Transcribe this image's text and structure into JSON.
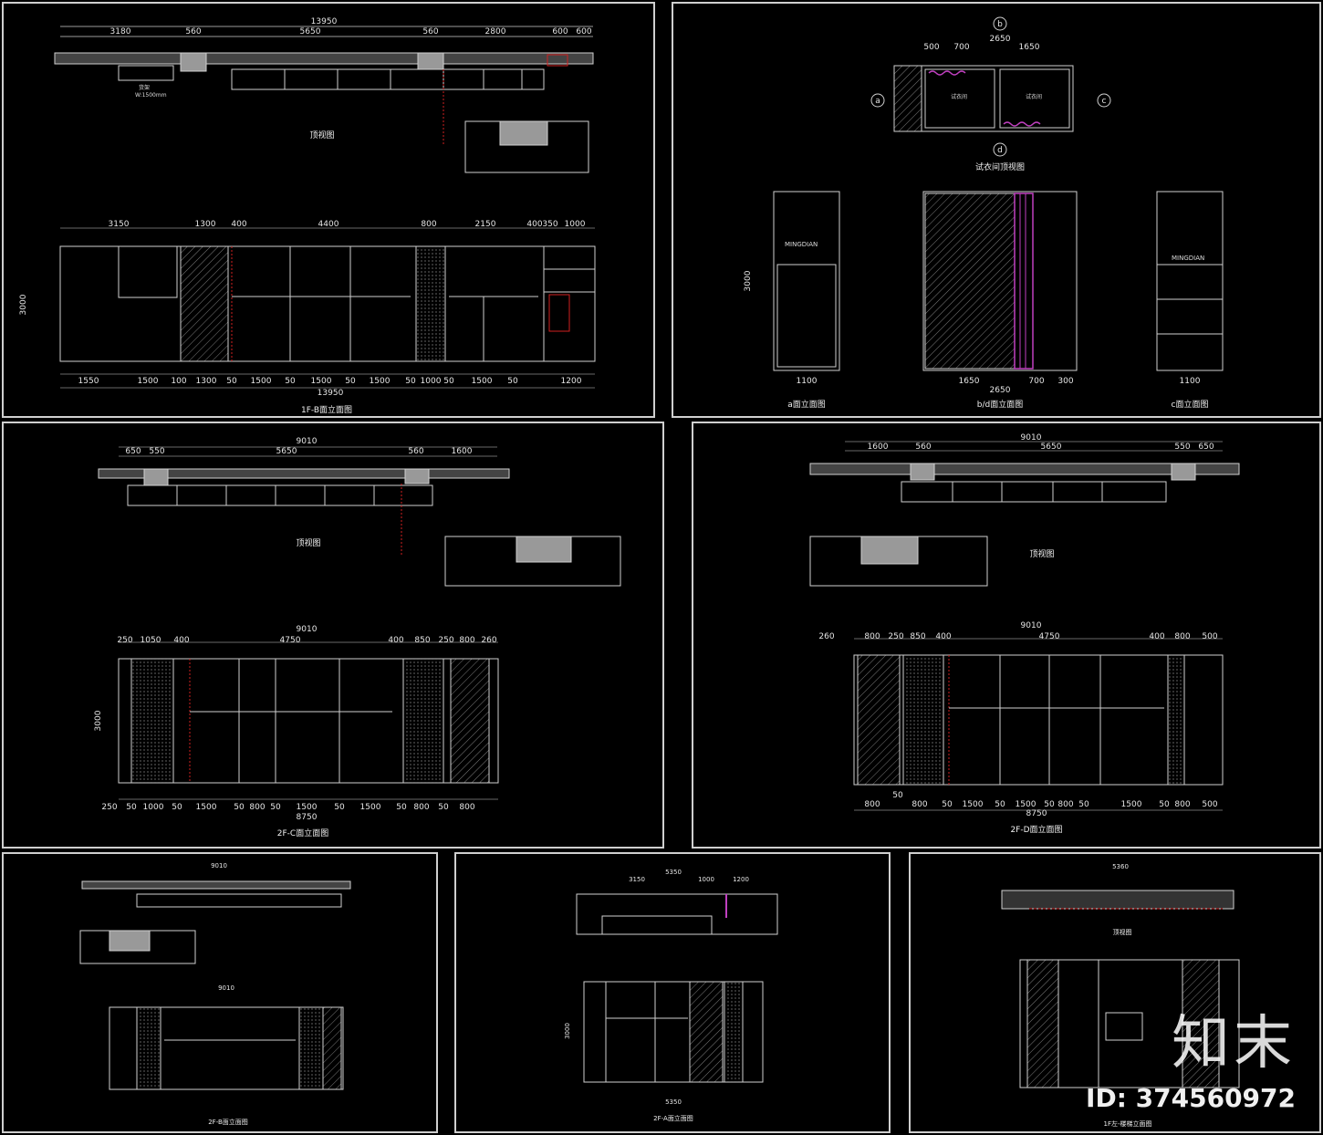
{
  "panels": {
    "top_left": {
      "plan_dims": [
        "3180",
        "560",
        "5650",
        "560",
        "2800",
        "600",
        "600"
      ],
      "plan_total": "13950",
      "plan_caption": "顶视图",
      "plan_sub": [
        "货架",
        "W:1500mm"
      ],
      "elev_dims_top": [
        "3150",
        "1300",
        "400",
        "4400",
        "800",
        "2150",
        "400",
        "350",
        "1000"
      ],
      "elev_dims_bottom": [
        "1550",
        "1500",
        "100",
        "1300",
        "50",
        "1500",
        "50",
        "1500",
        "50",
        "1500",
        "50",
        "1000",
        "50",
        "1500",
        "50",
        "1200"
      ],
      "elev_total": "13950",
      "elev_height": "3000",
      "elev_caption": "1F-B面立面图"
    },
    "top_right": {
      "plan_total": "2650",
      "plan_dims": [
        "500",
        "700",
        "1650"
      ],
      "plan_labels": [
        "a",
        "b",
        "c",
        "d"
      ],
      "plan_caption": "试衣间顶视图",
      "room_labels": [
        "试衣间",
        "试衣间"
      ],
      "sign_text": "MINGDIAN",
      "elev_a_width": "1100",
      "elev_a_height": "3000",
      "elev_a_caption": "a面立面图",
      "elev_bd_dims": [
        "1650",
        "700",
        "300"
      ],
      "elev_bd_total": "2650",
      "elev_bd_caption": "b/d面立面图",
      "elev_c_width": "1100",
      "elev_c_caption": "c面立面图"
    },
    "mid_left": {
      "plan_total": "9010",
      "plan_dims": [
        "650",
        "550",
        "5650",
        "560",
        "1600"
      ],
      "plan_caption": "顶视图",
      "elev_total": "9010",
      "elev_dims_top": [
        "250",
        "1050",
        "400",
        "4750",
        "400",
        "850",
        "250",
        "800",
        "260"
      ],
      "elev_dims_bottom": [
        "250",
        "50",
        "1000",
        "50",
        "1500",
        "50",
        "800",
        "50",
        "1500",
        "50",
        "1500",
        "50",
        "800",
        "50",
        "800"
      ],
      "elev_bottom_total": "8750",
      "elev_height": "3000",
      "elev_caption": "2F-C面立面图"
    },
    "mid_right": {
      "plan_total": "9010",
      "plan_dims": [
        "1600",
        "560",
        "5650",
        "550",
        "650"
      ],
      "plan_caption": "顶视图",
      "elev_total": "9010",
      "elev_dims_top": [
        "260",
        "800",
        "250",
        "850",
        "400",
        "4750",
        "400",
        "800",
        "500"
      ],
      "elev_dims_bottom": [
        "800",
        "50",
        "800",
        "50",
        "1500",
        "50",
        "1500",
        "50",
        "800",
        "50",
        "1500",
        "50",
        "800",
        "500"
      ],
      "elev_bottom_total": "8750",
      "elev_caption": "2F-D面立面图"
    },
    "bottom_left": {
      "plan_total": "9010",
      "elev_total": "9010",
      "elev_caption": "2F-B面立面图"
    },
    "bottom_mid": {
      "plan_total": "5350",
      "plan_dims": [
        "3150",
        "1000",
        "1200"
      ],
      "elev_total": "5350",
      "elev_caption": "2F-A面立面图",
      "elev_height": "3000"
    },
    "bottom_right": {
      "plan_total": "5360",
      "elev_caption": "1F左-楼梯立面图",
      "plan_caption": "顶视图"
    }
  },
  "watermark": {
    "logo": "知末",
    "id": "ID: 374560972"
  },
  "colors": {
    "line": "#cfcfcf",
    "accent_magenta": "#c040c0",
    "accent_red": "#d02020",
    "background": "#000000"
  }
}
